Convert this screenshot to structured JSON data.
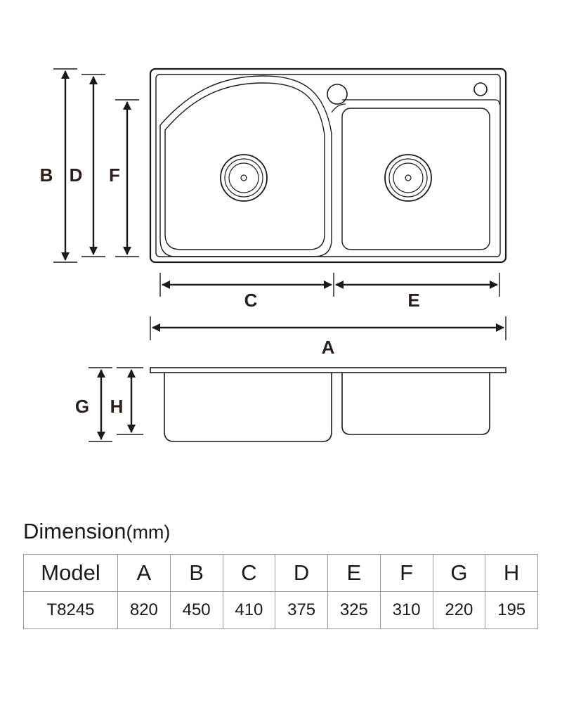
{
  "dimension_labels": {
    "A": "A",
    "B": "B",
    "C": "C",
    "D": "D",
    "E": "E",
    "F": "F",
    "G": "G",
    "H": "H"
  },
  "heading": {
    "title": "Dimension",
    "unit": "(mm)"
  },
  "table": {
    "header": [
      "Model",
      "A",
      "B",
      "C",
      "D",
      "E",
      "F",
      "G",
      "H"
    ],
    "row": [
      "T8245",
      "820",
      "450",
      "410",
      "375",
      "325",
      "310",
      "220",
      "195"
    ]
  },
  "colors": {
    "line": "#1a1a1a",
    "label": "#2a1d1a",
    "grid": "#9a9a9a"
  }
}
